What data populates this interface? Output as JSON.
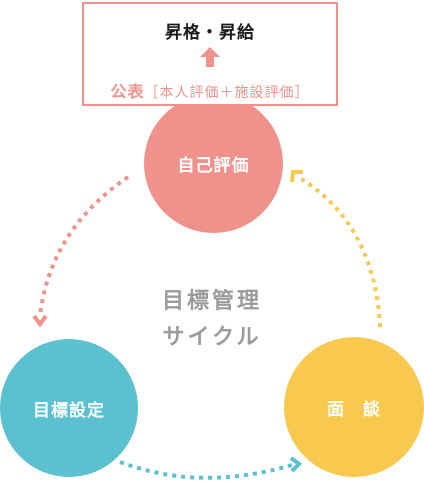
{
  "outcome": {
    "title": "昇格・昇給",
    "publication_label": "公表",
    "publication_detail": "［本人評価＋施設評価］"
  },
  "cycle": {
    "center_line1": "目標管理",
    "center_line2": "サイクル",
    "nodes": {
      "self_eval": {
        "label": "自己評価",
        "color": "#ef928c"
      },
      "goal_setting": {
        "label": "目標設定",
        "color": "#5bc0d0"
      },
      "interview": {
        "label": "面　談",
        "color": "#f9c84e"
      }
    }
  }
}
